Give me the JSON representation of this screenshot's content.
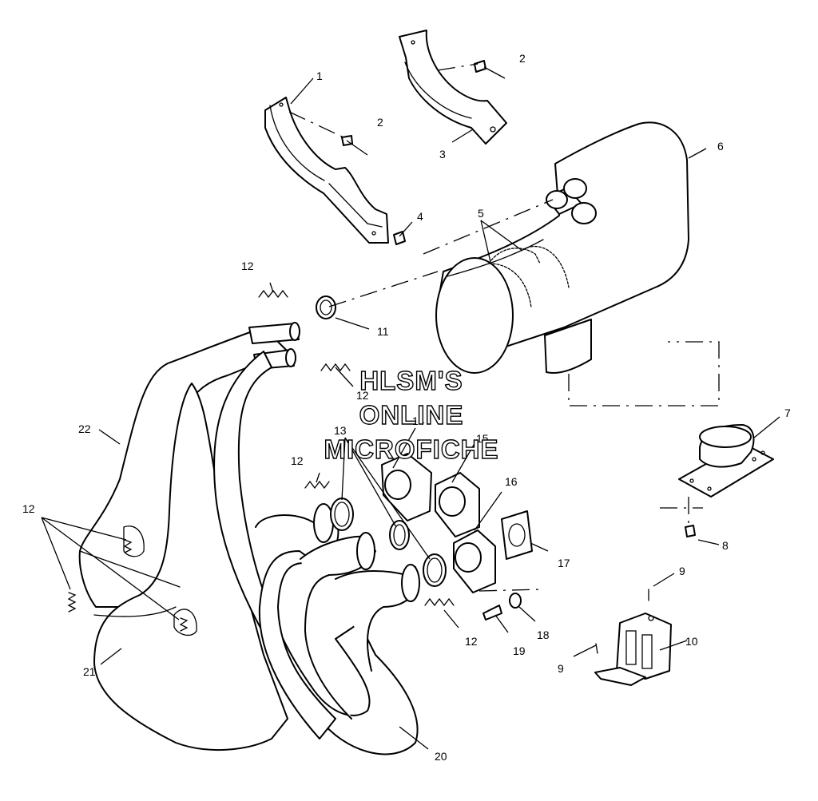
{
  "callouts": {
    "c1": "1",
    "c2a": "2",
    "c2b": "2",
    "c3": "3",
    "c4": "4",
    "c5": "5",
    "c6": "6",
    "c7": "7",
    "c8": "8",
    "c9a": "9",
    "c9b": "9",
    "c10": "10",
    "c11": "11",
    "c12a": "12",
    "c12b": "12",
    "c12c": "12",
    "c12d": "12",
    "c12e": "12",
    "c13": "13",
    "c14": "14",
    "c15": "15",
    "c16": "16",
    "c17": "17",
    "c18": "18",
    "c19": "19",
    "c20": "20",
    "c21": "21",
    "c22": "22"
  },
  "watermark": {
    "line1": "HLSM'S",
    "line2": "ONLINE",
    "line3": "MICROFICHE"
  }
}
